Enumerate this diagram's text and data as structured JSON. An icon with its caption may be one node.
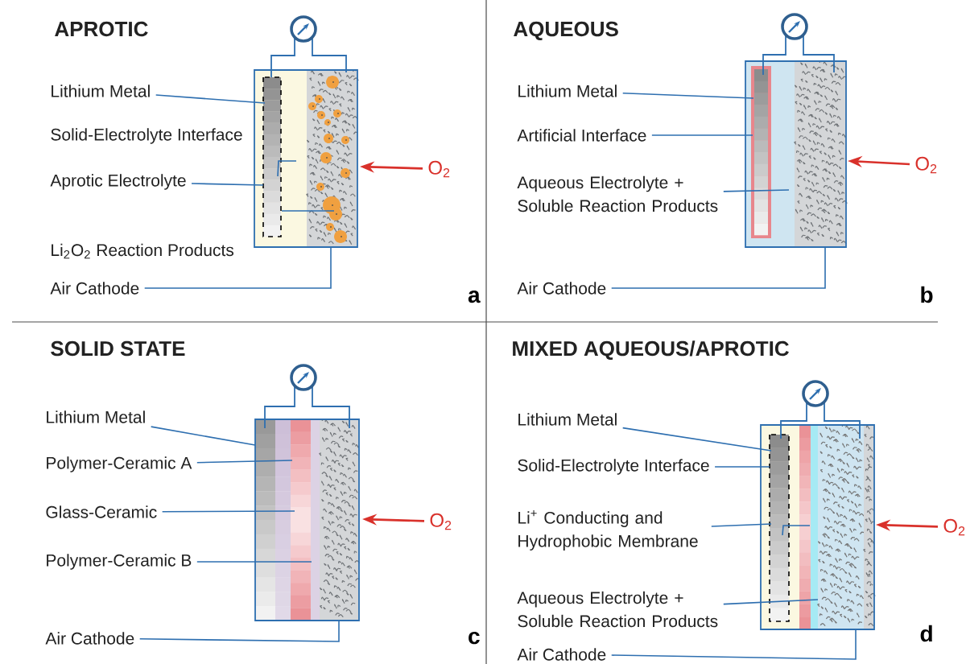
{
  "diagram": {
    "nodes": [
      {
        "text": [
          "Lithium Metal"
        ]
      },
      {
        "text": [
          "Aprotic Electrolyte"
        ]
      },
      {
        "text": [
          "Air Cathode"
        ]
      },
      {
        "text": [
          "O$_{2}$"
        ]
      },
      {
        "text": [
          "Lithium Metal"
        ]
      },
      {
        "text": [
          "Artificial Interface"
        ]
      },
      {
        "text": [
          "Aqueous Electrolyte + Soluble Reaction Products"
        ]
      },
      {
        "text": [
          "Air Cathode"
        ]
      },
      {
        "text": [
          "O$_{2}$"
        ]
      },
      {
        "text": [
          "Lithium Metal"
        ]
      },
      {
        "text": [
          "Polymer-Ceramic A"
        ]
      },
      {
        "text": [
          "Glass-Ceramic"
        ]
      },
      {
        "text": [
          "Polymer-Ceramic B"
        ]
      },
      {
        "text": [
          "Air Cathode"
        ]
      },
      {
        "text": [
          "O$_{2}$"
        ]
      },
      {
        "text": [
          "Lithium Metal"
        ]
      },
      {
        "text": [
          "Solid-Electrolyte Interface"
        ]
      },
      {
        "text": [
          "Li$^{+}$ Conducting and Hydrophobic Membrane"
        ]
      },
      {
        "text": [
          "Aqueous Electrolyte + Soluble Reaction Products"
        ]
      },
      {
        "text": [
          "Air Cathode"
        ]
      },
      {
        "text": [
          "O$_{2}$"
        ]
      },
      {
        "text": [],
        "shape": "picture"
      },
      {
        "text": [],
        "shape": "picture"
      },
      {
        "text": [],
        "shape": "picture"
      },
      {
        "text": [],
        "shape": "picture"
      }
    ],
    "edges": [
      {
        "from": 0,
        "to": 21,
        "arrow": "none"
      },
      {
        "from": 1,
        "to": 21,
        "arrow": "none"
      },
      {
        "from": 2,
        "to": 21,
        "arrow": "none"
      },
      {
        "from": 3,
        "to": 21,
        "arrow": "to",
        "color": "#d9312b"
      },
      {
        "from": 4,
        "to": 22,
        "arrow": "none"
      },
      {
        "from": 5,
        "to": 22,
        "arrow": "none"
      },
      {
        "from": 6,
        "to": 22,
        "arrow": "none"
      },
      {
        "from": 7,
        "to": 22,
        "arrow": "none"
      },
      {
        "from": 8,
        "to": 22,
        "arrow": "to",
        "color": "#d9312b"
      },
      {
        "from": 9,
        "to": 23,
        "arrow": "none"
      },
      {
        "from": 10,
        "to": 23,
        "arrow": "none"
      },
      {
        "from": 11,
        "to": 23,
        "arrow": "none"
      },
      {
        "from": 12,
        "to": 23,
        "arrow": "none"
      },
      {
        "from": 13,
        "to": 23,
        "arrow": "none"
      },
      {
        "from": 14,
        "to": 23,
        "arrow": "to",
        "color": "#d9312b"
      },
      {
        "from": 15,
        "to": 24,
        "arrow": "none"
      },
      {
        "from": 16,
        "to": 24,
        "arrow": "none"
      },
      {
        "from": 17,
        "to": 24,
        "arrow": "none"
      },
      {
        "from": 18,
        "to": 24,
        "arrow": "none"
      },
      {
        "from": 19,
        "to": 24,
        "arrow": "none"
      },
      {
        "from": 20,
        "to": 24,
        "arrow": "to",
        "color": "#d9312b"
      }
    ],
    "labels": [
      "APROTIC",
      "Solid-Electrolyte Interface",
      "Li$_{2}$O$_{2}$ Reaction Products",
      "a",
      "AQUEOUS",
      "b",
      "SOLID STATE",
      "c",
      "MIXED AQUEOUS/APROTIC",
      "d"
    ]
  }
}
